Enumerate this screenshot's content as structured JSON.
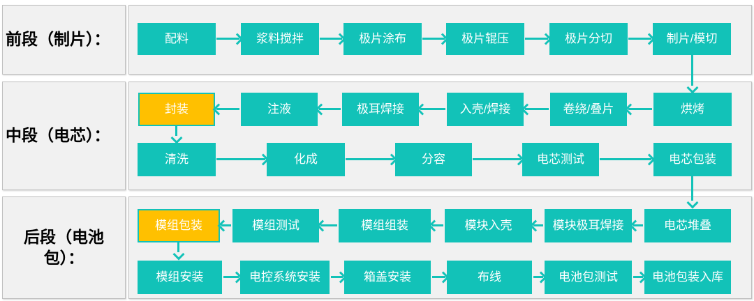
{
  "colors": {
    "teal": "#12C2B8",
    "gold": "#FFC000",
    "panel_bg": "#F1F1F1",
    "panel_border": "#BFBFBF",
    "box_text": "#FFFFFF",
    "label_text": "#000000"
  },
  "sections": [
    {
      "label": "前段（制片）：",
      "row1": [
        "配料",
        "浆料搅拌",
        "极片涂布",
        "极片辊压",
        "极片分切",
        "制片/模切"
      ]
    },
    {
      "label": "中段（电芯）：",
      "row1": [
        "封装",
        "注液",
        "极耳焊接",
        "入壳/焊接",
        "卷绕/叠片",
        "烘烤"
      ],
      "row2": [
        "清洗",
        "化成",
        "分容",
        "电芯测试",
        "电芯包装"
      ]
    },
    {
      "label": "后段（电池包）：",
      "row1": [
        "模组包装",
        "模组测试",
        "模组组装",
        "模块入壳",
        "模块极耳焊接",
        "电芯堆叠"
      ],
      "row2": [
        "模组安装",
        "电控系统安装",
        "箱盖安装",
        "布线",
        "电池包测试",
        "电池包装入库"
      ]
    }
  ]
}
